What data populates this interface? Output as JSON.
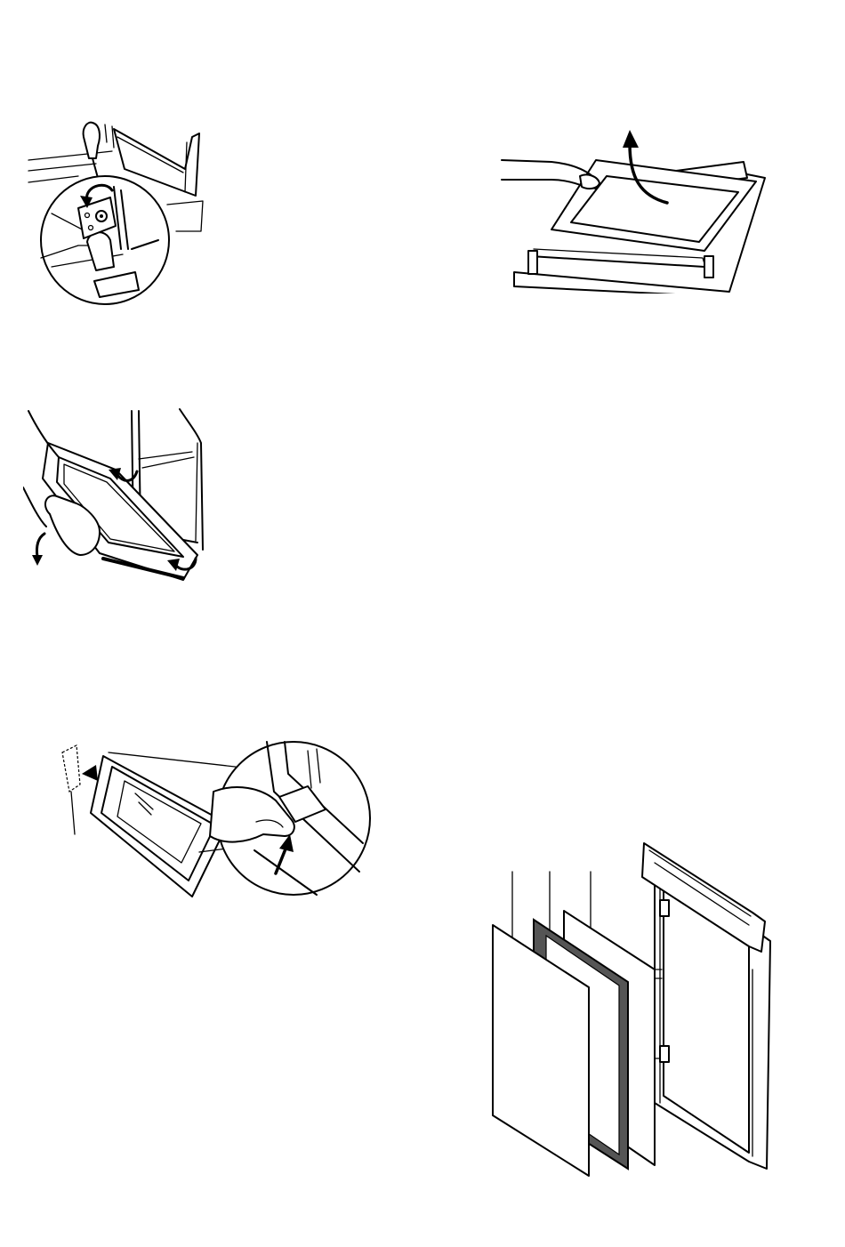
{
  "document": {
    "figures": [
      {
        "name": "hinge-lock-detail",
        "icons": [
          "screwdriver-icon",
          "rotate-arrow-icon"
        ]
      },
      {
        "name": "door-glass-lift",
        "icons": [
          "hand-icon",
          "up-arrow-icon"
        ]
      },
      {
        "name": "door-removal",
        "icons": [
          "hand-icon",
          "curved-arrow-icon"
        ]
      },
      {
        "name": "door-clip-release",
        "icons": [
          "hand-icon",
          "up-arrow-icon",
          "magnifier-circle-icon"
        ]
      },
      {
        "name": "door-glass-exploded-view",
        "icons": [
          "glass-panel-icon",
          "gasket-icon",
          "door-frame-icon"
        ]
      }
    ],
    "colors": {
      "ink": "#000000",
      "paper": "#ffffff",
      "hatch": "#555555"
    }
  }
}
